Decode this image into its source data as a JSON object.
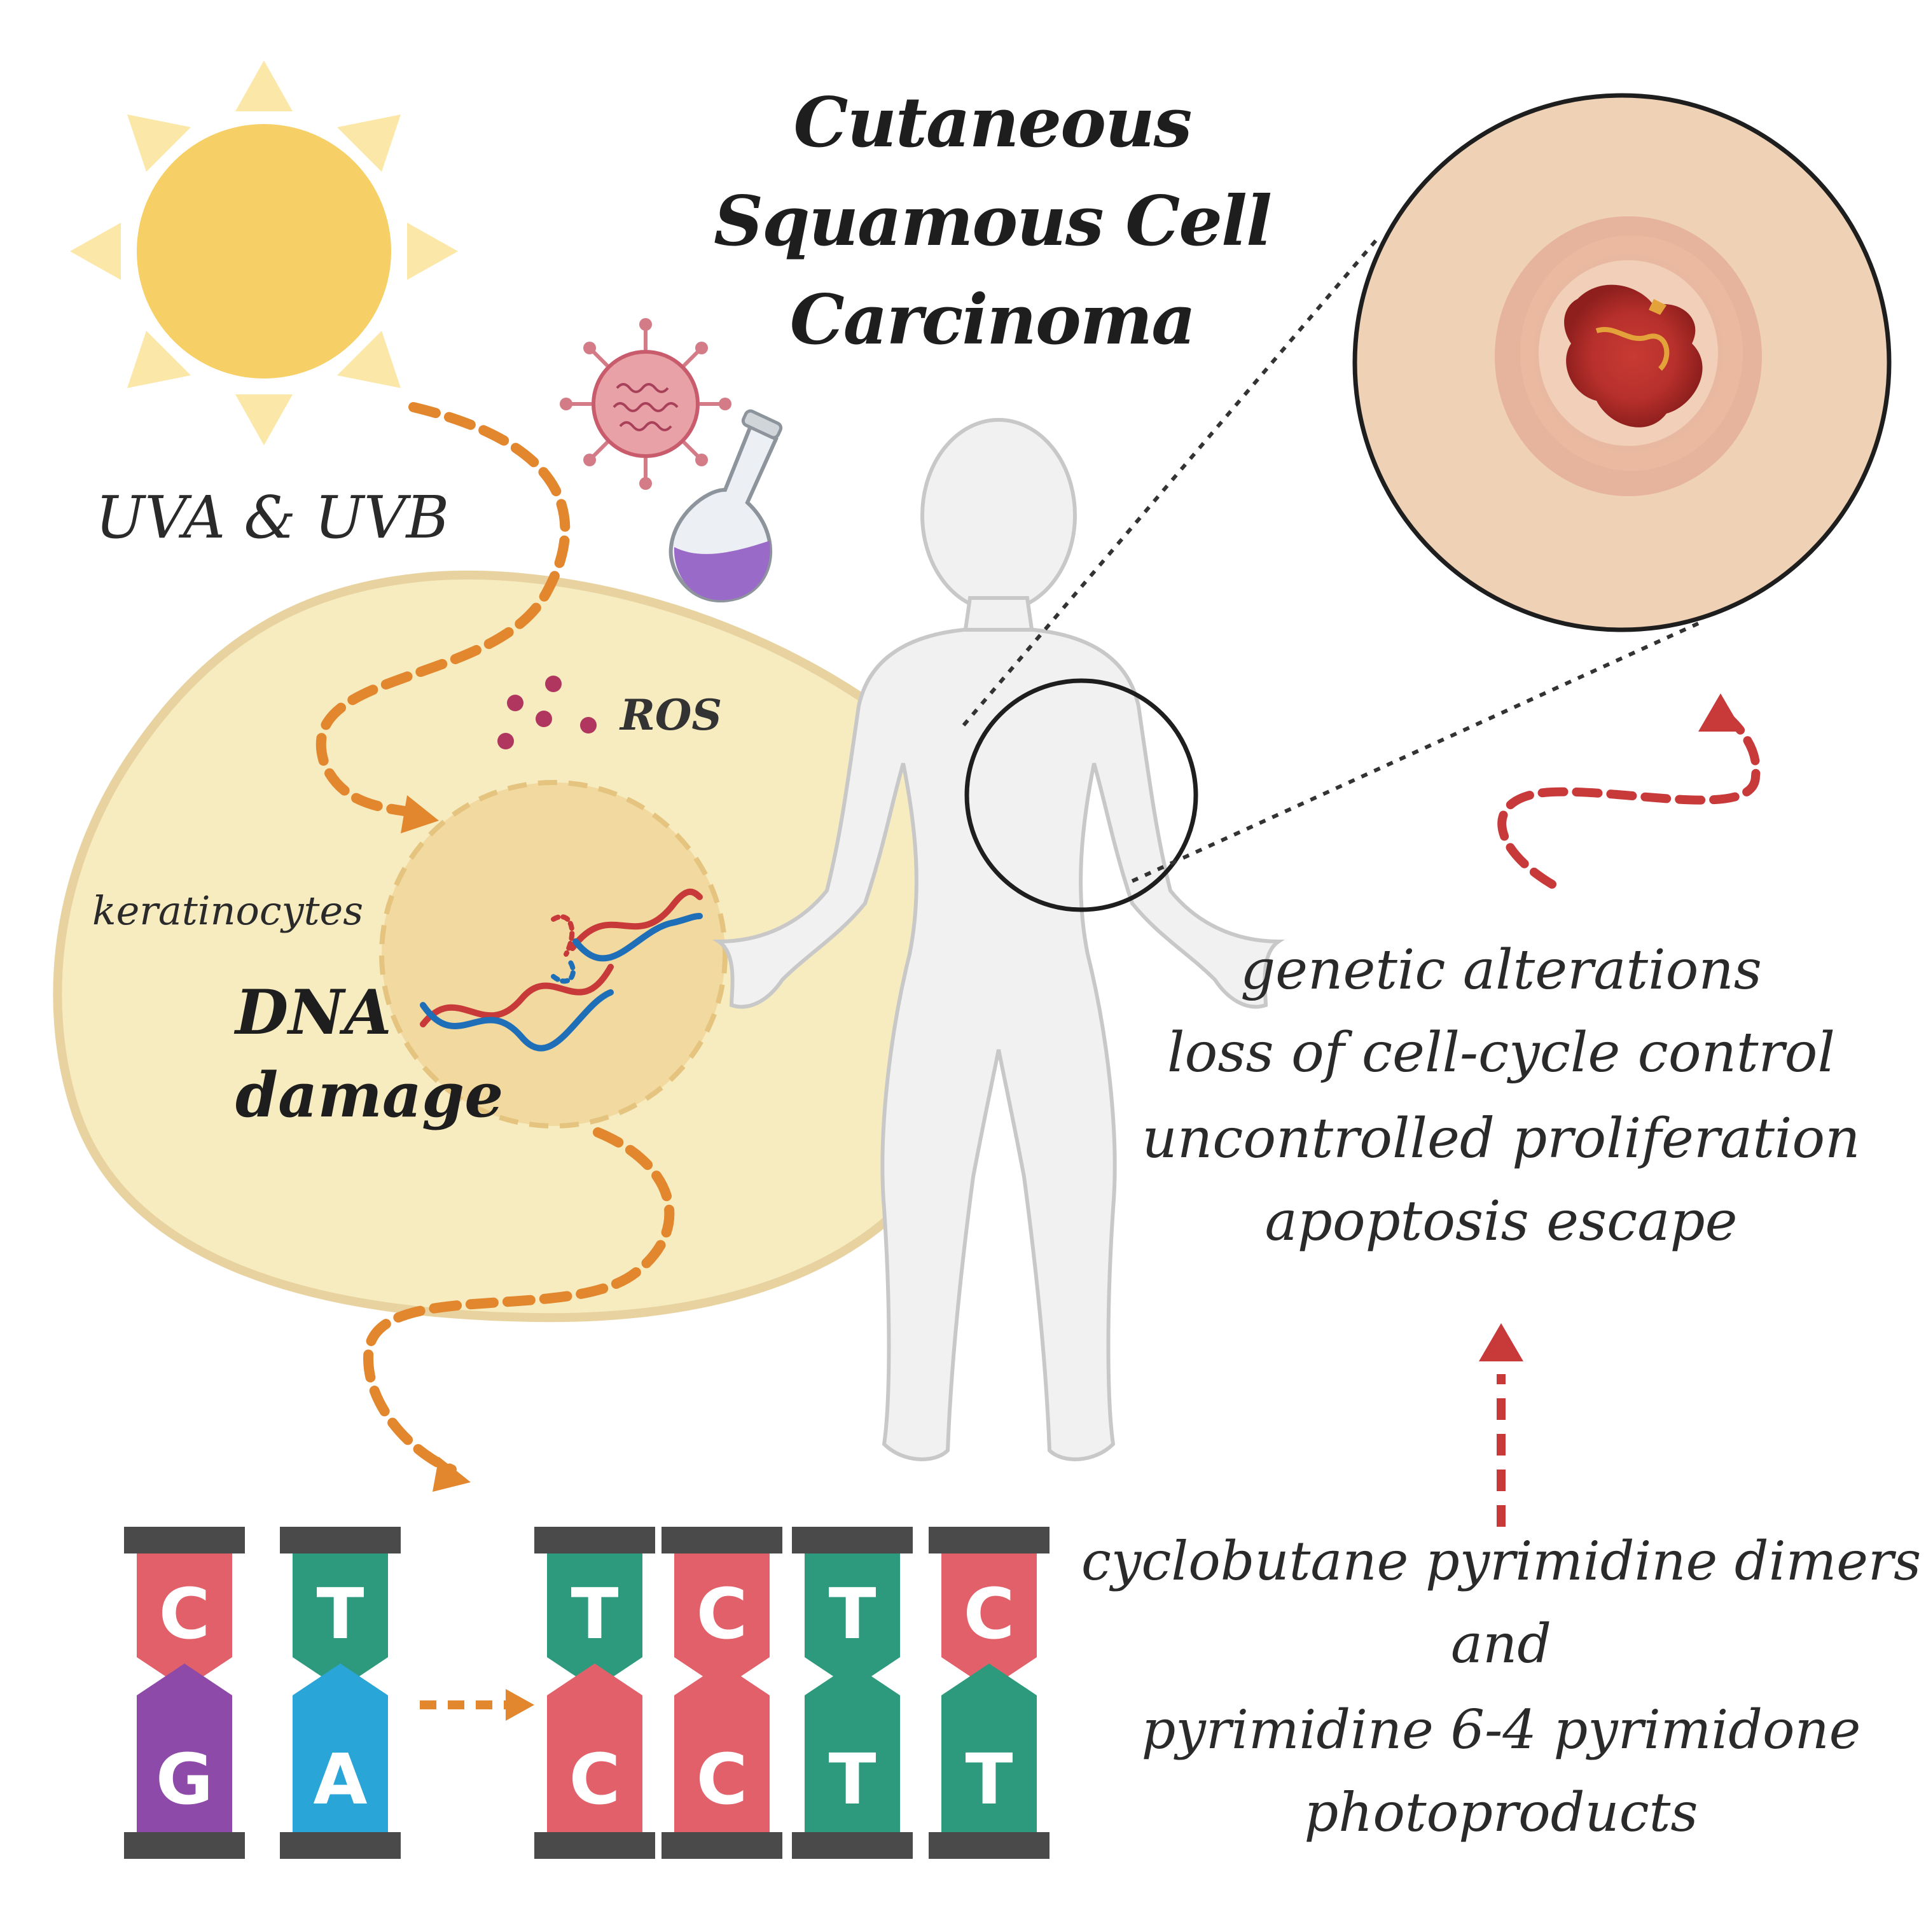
{
  "title": {
    "line1": "Cutaneous",
    "line2": "Squamous Cell",
    "line3": "Carcinoma"
  },
  "labels": {
    "uv": "UVA & UVB",
    "ros": "ROS",
    "keratinocytes": "keratinocytes",
    "dna_line1": "DNA",
    "dna_line2": "damage"
  },
  "effects": [
    "genetic alterations",
    "loss of cell-cycle control",
    "uncontrolled proliferation",
    "apoptosis escape"
  ],
  "photoproducts": [
    "cyclobutane pyrimidine dimers",
    "and",
    "pyrimidine 6-4 pyrimidone",
    "photoproducts"
  ],
  "base_pairs_before": [
    {
      "top": "C",
      "bottom": "G"
    },
    {
      "top": "T",
      "bottom": "A"
    }
  ],
  "base_pairs_after": [
    {
      "top": "T",
      "bottom": "C"
    },
    {
      "top": "C",
      "bottom": "C"
    },
    {
      "top": "T",
      "bottom": "T"
    },
    {
      "top": "C",
      "bottom": "T"
    }
  ],
  "colors": {
    "sun": "#f6d066",
    "sun_rays": "#fbe7a8",
    "cell": "#f6ecc0",
    "cell_border": "#e8d3a0",
    "nucleus": "#f2d9a0",
    "orange_arrow": "#e2872e",
    "red_arrow": "#c8393a",
    "ros_dots": "#b0365f",
    "base_C": "#e2606a",
    "base_T": "#2e9a7d",
    "base_G": "#8e4aa8",
    "base_A": "#29a5d8",
    "backbone": "#4a4a4a",
    "skin": "#efd1b5"
  }
}
